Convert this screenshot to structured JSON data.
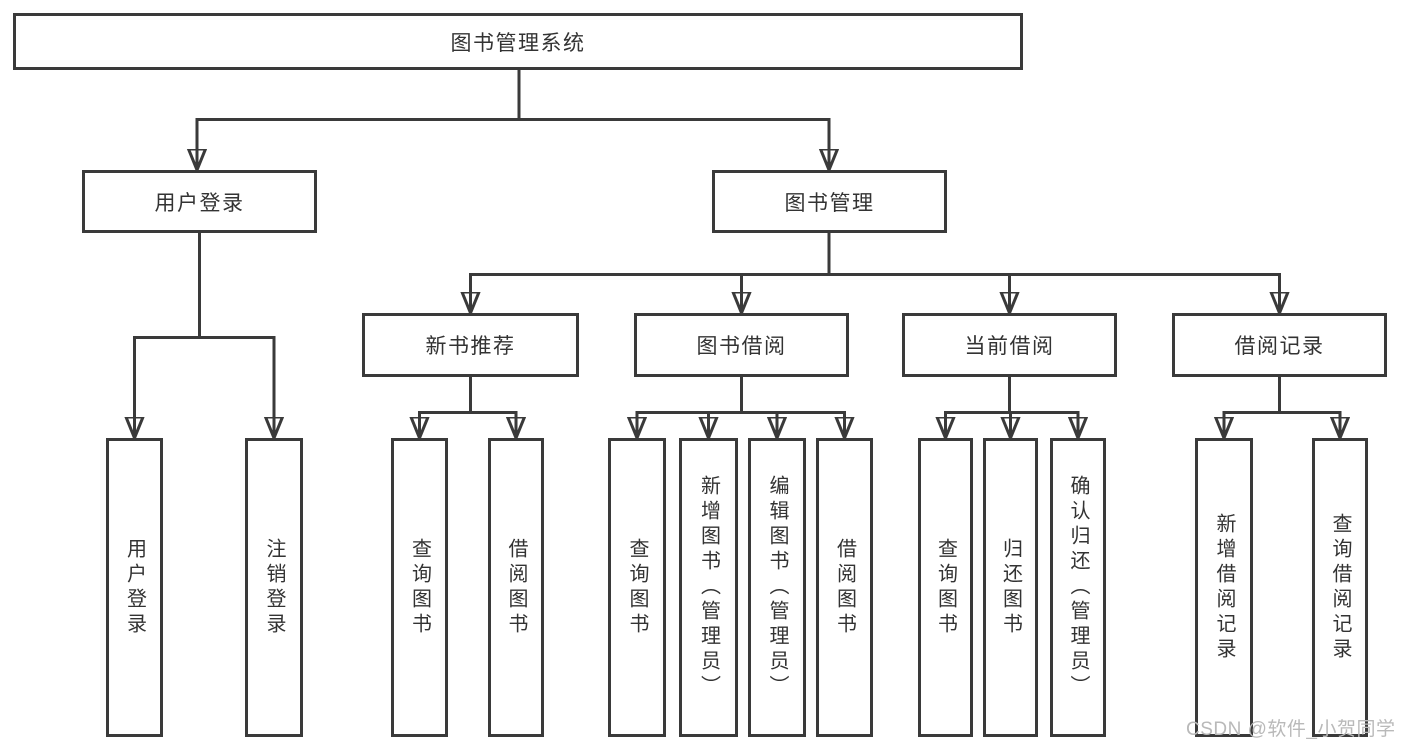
{
  "colors": {
    "line-color": "#3a3a3a",
    "text-color": "#333333",
    "background-color": "#ffffff",
    "watermark-color": "#b9b9b9"
  },
  "diagram": {
    "root": {
      "label": "图书管理系统"
    },
    "level2": [
      {
        "label": "用户登录"
      },
      {
        "label": "图书管理"
      }
    ],
    "level3": [
      {
        "label": "新书推荐"
      },
      {
        "label": "图书借阅"
      },
      {
        "label": "当前借阅"
      },
      {
        "label": "借阅记录"
      }
    ],
    "leaves": [
      {
        "label": "用户登录"
      },
      {
        "label": "注销登录"
      },
      {
        "label": "查询图书"
      },
      {
        "label": "借阅图书"
      },
      {
        "label": "查询图书"
      },
      {
        "label": "新增图书（管理员）"
      },
      {
        "label": "编辑图书（管理员）"
      },
      {
        "label": "借阅图书"
      },
      {
        "label": "查询图书"
      },
      {
        "label": "归还图书"
      },
      {
        "label": "确认归还（管理员）"
      },
      {
        "label": "新增借阅记录"
      },
      {
        "label": "查询借阅记录"
      }
    ]
  },
  "watermark": {
    "text": "CSDN @软件_小贺同学"
  }
}
